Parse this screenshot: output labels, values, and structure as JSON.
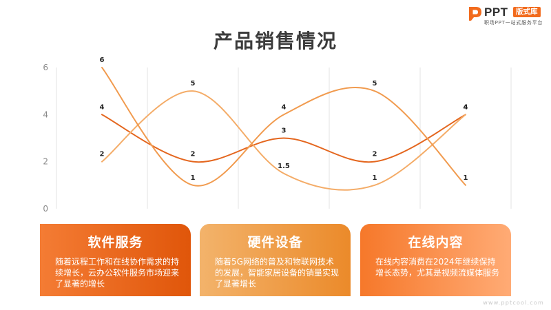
{
  "brand": {
    "logo_icon": "p-logo-icon",
    "name": "PPT",
    "badge": "版式库",
    "tagline": "职场PPT一站式服务平台"
  },
  "slide": {
    "title": "产品销售情况"
  },
  "chart_data": {
    "type": "line",
    "smooth": true,
    "ylim": [
      0,
      6
    ],
    "yticks": [
      0,
      2,
      4,
      6
    ],
    "grid": "vertical",
    "data_labels": true,
    "series": [
      {
        "values": [
          4,
          2,
          3,
          2,
          4
        ],
        "color": "#e4661e"
      },
      {
        "values": [
          2,
          5,
          1.5,
          1,
          4
        ],
        "color": "#f4ac68"
      },
      {
        "values": [
          6,
          1,
          4,
          5,
          1
        ],
        "color": "#f19b4f"
      }
    ]
  },
  "cards": [
    {
      "title": "软件服务",
      "lines": [
        "随着远程工作和在线协作需求的持",
        "续增长，云办公软件服务市场迎来",
        "了显著的增长"
      ],
      "gradient": [
        "#f47c34",
        "#e0560a"
      ]
    },
    {
      "title": "硬件设备",
      "lines": [
        "随着5G网络的普及和物联网技术",
        "的发展，智能家居设备的销量实现",
        "了显著增长"
      ],
      "gradient": [
        "#f3b36b",
        "#eb8a2a"
      ]
    },
    {
      "title": "在线内容",
      "lines": [
        "在线内容消费在2024年继续保持",
        "增长态势，尤其是视频流媒体服务"
      ],
      "gradient": [
        "#f6782a",
        "#ffab75"
      ]
    }
  ],
  "watermark": "www.pptcool.com",
  "colors": {
    "accent": "#f26b1d",
    "title": "#3b3b3b",
    "gridline": "#e3e3e3",
    "tick_label": "#8a8a8a",
    "data_label": "#222222"
  }
}
